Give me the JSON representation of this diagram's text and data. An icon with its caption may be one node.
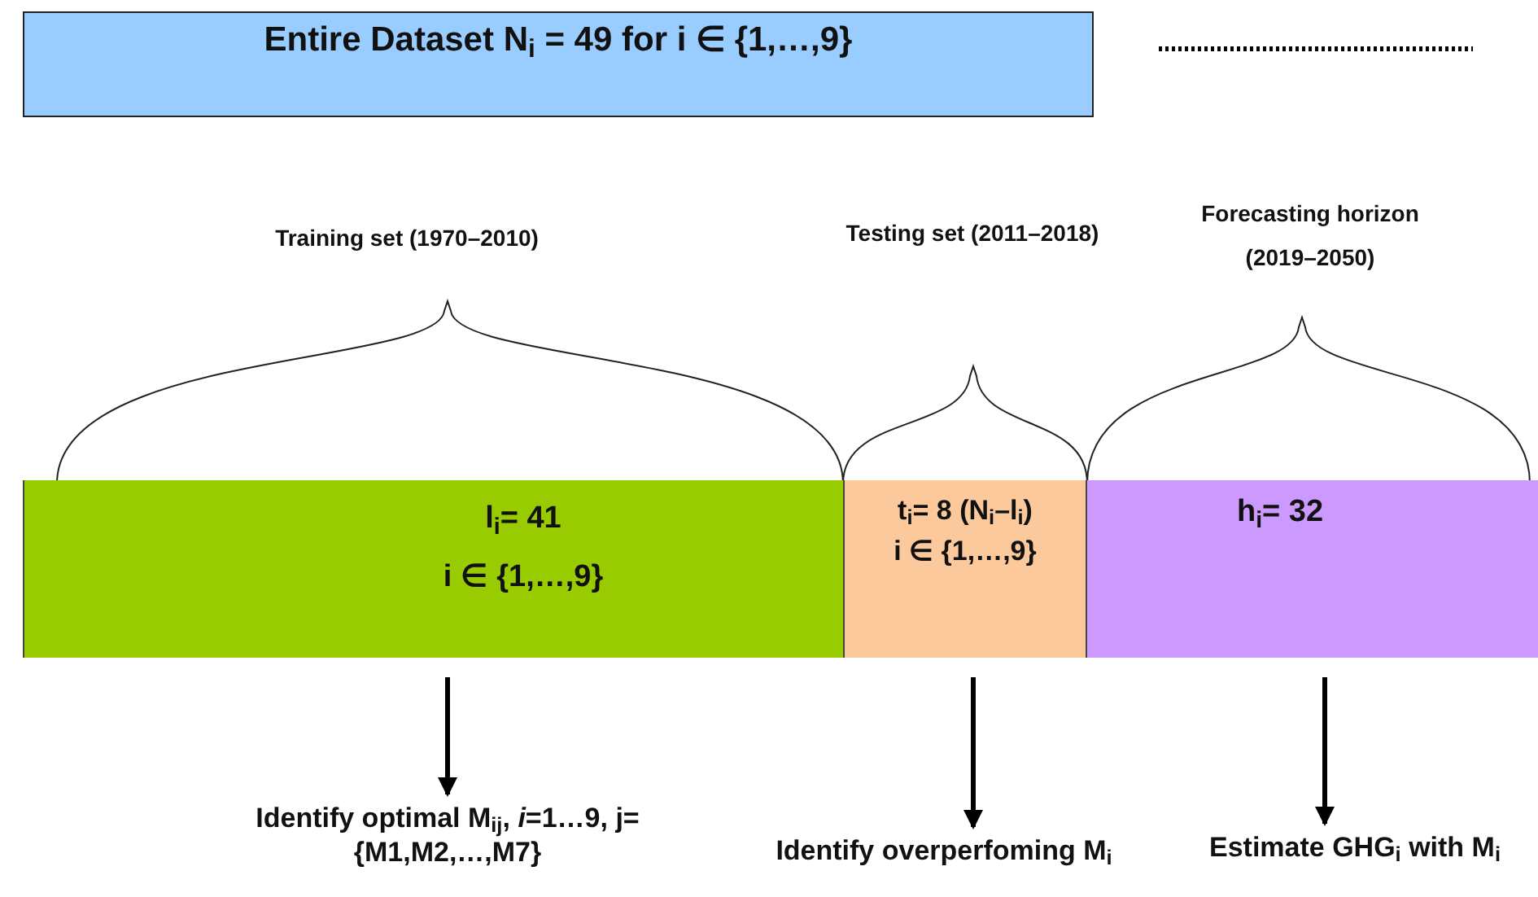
{
  "diagram": {
    "nodes": [
      {
        "text": [
          "Entire Dataset N$_{i}$ = 49 for i ∈ {1,…,9}"
        ]
      },
      {
        "text": [
          "l$_{i}$= 41",
          "i ∈ {1,…,9}"
        ]
      },
      {
        "text": [
          "t$_{i}$= 8 (N$_{i}$–l$_{i}$)",
          "i ∈ {1,…,9}"
        ]
      },
      {
        "text": [
          "h$_{i}$= 32"
        ]
      },
      {
        "text": [
          "Identify optimal M$_{ij}$, *i*=1…9, j={M1,M2,…,M7}"
        ]
      },
      {
        "text": [
          "Identify overperfoming M$_{i}$"
        ]
      },
      {
        "text": [
          "Estimate GHG$_{i}$ with M$_{i}$"
        ]
      }
    ],
    "edges": [
      {
        "from": 1,
        "to": 4,
        "arrow": "to"
      },
      {
        "from": 2,
        "to": 5,
        "arrow": "to"
      },
      {
        "from": 3,
        "to": 6,
        "arrow": "to"
      }
    ],
    "labels": [
      "Forecasting horizon (2019–2050)",
      "Training set (1970–2010)",
      "Testing set (2011–2018)"
    ]
  }
}
